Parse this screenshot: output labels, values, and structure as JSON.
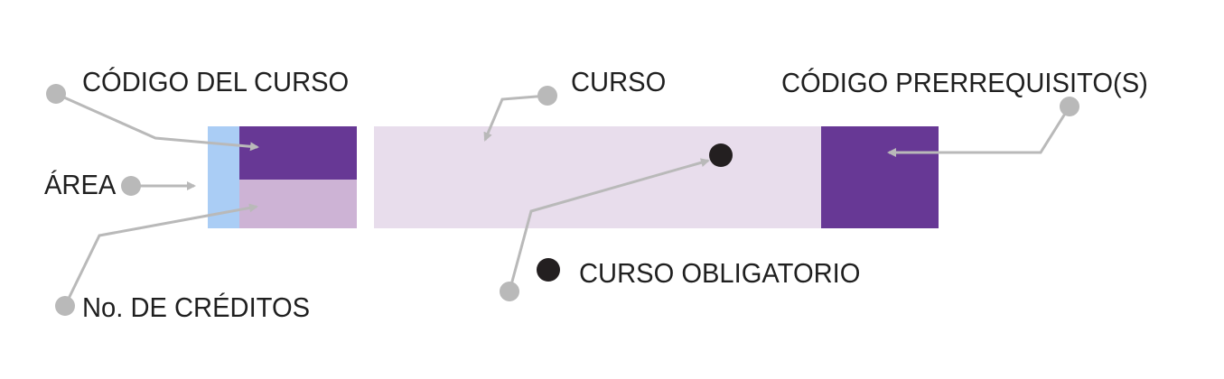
{
  "labels": {
    "area": "ÁREA",
    "course_code": "CÓDIGO DEL CURSO",
    "course": "CURSO",
    "prerequisite_code": "CÓDIGO PRERREQUISITO(S)",
    "credits": "No. DE CRÉDITOS",
    "mandatory_course": "CURSO OBLIGATORIO"
  },
  "colors": {
    "area_strip": "#aacdf5",
    "code_box": "#673895",
    "credits_box": "#cdb3d5",
    "course_box": "#e8ddec",
    "prereq_box": "#673895",
    "mandatory_dot": "#231f20",
    "pointer": "#b9b9b9",
    "text": "#1f1f1f"
  }
}
